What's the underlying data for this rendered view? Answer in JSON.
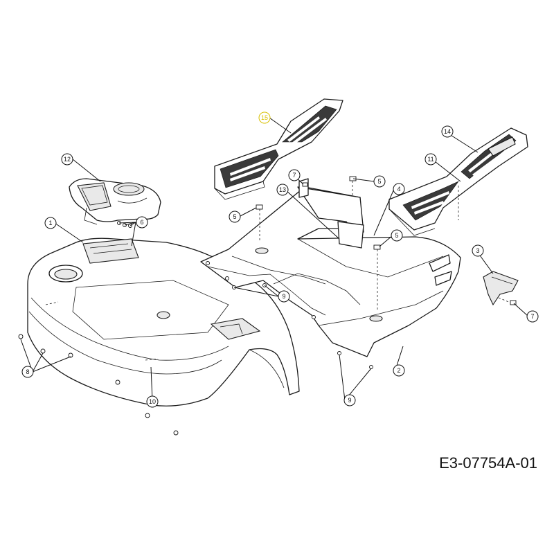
{
  "drawing_number": "E3-07754A-01",
  "highlight_color": "#d8c000",
  "callouts": [
    {
      "id": "c1",
      "label": "1"
    },
    {
      "id": "c2",
      "label": "2"
    },
    {
      "id": "c3",
      "label": "3"
    },
    {
      "id": "c4",
      "label": "4"
    },
    {
      "id": "c5a",
      "label": "5"
    },
    {
      "id": "c5b",
      "label": "5"
    },
    {
      "id": "c5c",
      "label": "5"
    },
    {
      "id": "c6",
      "label": "6"
    },
    {
      "id": "c7a",
      "label": "7"
    },
    {
      "id": "c7b",
      "label": "7"
    },
    {
      "id": "c8",
      "label": "8"
    },
    {
      "id": "c9a",
      "label": "9"
    },
    {
      "id": "c9b",
      "label": "9"
    },
    {
      "id": "c10",
      "label": "10"
    },
    {
      "id": "c11",
      "label": "11"
    },
    {
      "id": "c12",
      "label": "12"
    },
    {
      "id": "c13",
      "label": "13"
    },
    {
      "id": "c14",
      "label": "14"
    },
    {
      "id": "c15",
      "label": "15",
      "highlighted": true
    }
  ]
}
